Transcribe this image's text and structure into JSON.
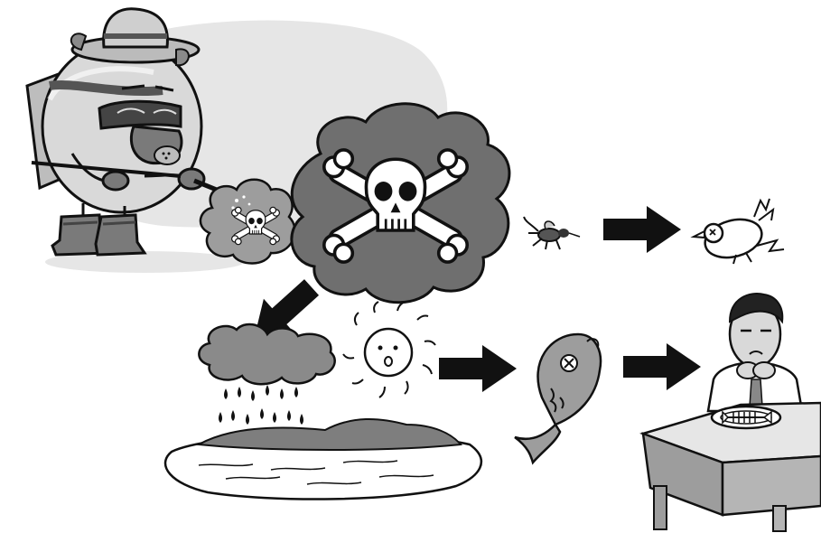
{
  "illustration": {
    "colors": {
      "background": "#ffffff",
      "backdrop": "#e6e6e6",
      "cloud_dark": "#6f6f6f",
      "cloud_light": "#9d9d9d",
      "body_light": "#d9d9d9",
      "mid_grey": "#8a8a8a",
      "outline": "#111111",
      "water": "#ffffff",
      "land": "#7e7e7e"
    },
    "elements": [
      "farmer-sprayer",
      "small-poison-cloud",
      "large-poison-cloud",
      "rain-cloud",
      "sun",
      "lake",
      "dying-insect",
      "dead-bird",
      "sick-fish",
      "sick-man-at-table"
    ],
    "icons": [
      "skull-crossbones-icon",
      "arrow-icon",
      "fish-skeleton-icon"
    ]
  }
}
